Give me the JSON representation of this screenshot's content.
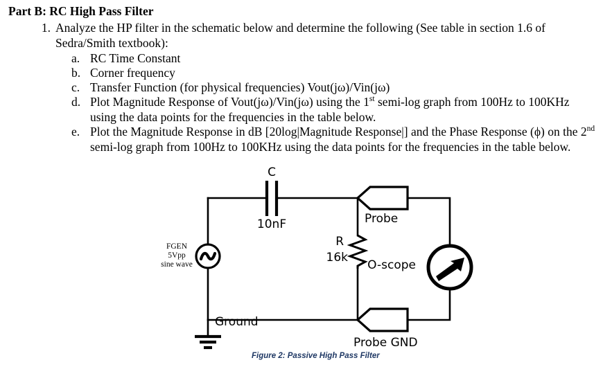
{
  "document": {
    "heading": "Part B: RC High Pass Filter",
    "item1": {
      "number": "1.",
      "text_part1": "Analyze the HP filter in the schematic below and determine the following (See table in section 1.6 of Sedra/Smith textbook):"
    },
    "sub_items": [
      {
        "label": "a.",
        "text": "RC Time Constant"
      },
      {
        "label": "b.",
        "text": "Corner frequency"
      },
      {
        "label": "c.",
        "text": "Transfer Function (for physical frequencies) Vout(jω)/Vin(jω)"
      },
      {
        "label": "d.",
        "text_a": "Plot Magnitude Response of Vout(jω)/Vin(jω) using the 1",
        "sup": "st",
        "text_b": " semi-log graph from 100Hz to 100KHz using the data points for the frequencies in the table below."
      },
      {
        "label": "e.",
        "text_a": "Plot the Magnitude Response in dB [20log|Magnitude Response|] and the Phase Response (ϕ) on the 2",
        "sup": "nd",
        "text_b": " semi-log graph from 100Hz to 100KHz using the data points for the frequencies in the table below."
      }
    ]
  },
  "schematic": {
    "capacitor": {
      "designator": "C",
      "value": "10nF"
    },
    "resistor": {
      "designator": "R",
      "value": "16k"
    },
    "source": {
      "line1": "FGEN",
      "line2": "5Vpp",
      "line3": "sine wave"
    },
    "probe_label": "Probe",
    "probe_gnd_label": "Probe GND",
    "oscope_label": "O-scope",
    "ground_label": "Ground",
    "figure_caption": "Figure 2: Passive High Pass Filter",
    "caption_color": "#1F3864",
    "wire_color": "#000000"
  }
}
